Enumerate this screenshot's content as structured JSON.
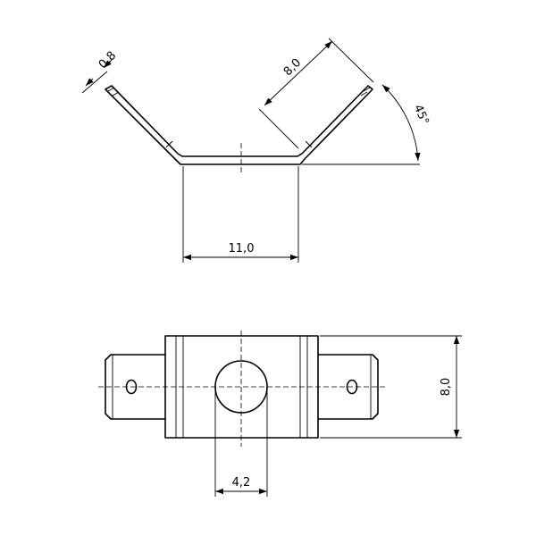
{
  "dimensions": {
    "thickness": "0,8",
    "leg_length": "8,0",
    "angle": "45°",
    "base_width": "11,0",
    "height": "8,0",
    "hole_diameter": "4,2"
  }
}
